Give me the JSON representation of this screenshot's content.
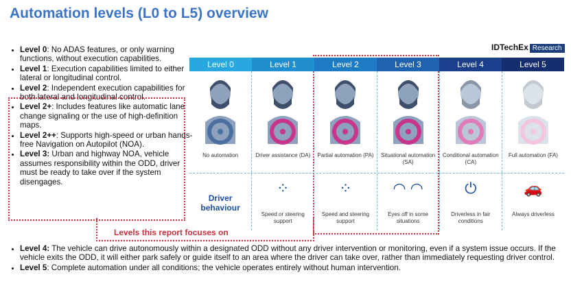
{
  "title": "Automation levels (L0 to L5) overview",
  "brand": {
    "name": "IDTechEx",
    "tag": "Research"
  },
  "bullets_top": [
    {
      "level": "Level 0",
      "text": ": No ADAS features, or only warning functions, without execution capabilities."
    },
    {
      "level": "Level 1",
      "text": ": Execution capabilities limited to either lateral or longitudinal control."
    },
    {
      "level": "Level 2",
      "text": ": Independent execution capabilities for both lateral and longitudinal control."
    },
    {
      "level": "Level 2+",
      "text": ": Includes features like automatic lane change signaling or the use of high-definition maps."
    },
    {
      "level": "Level 2++",
      "text": ": Supports high-speed or urban hands-free Navigation on Autopilot (NOA)."
    },
    {
      "level": "Level 3:",
      "text": " Urban and highway NOA, vehicle assumes responsibility within the ODD, driver must be ready to take over if the system disengages."
    }
  ],
  "bullets_bottom": [
    {
      "level": "Level 4:",
      "text": " The vehicle can drive autonomously within a designated ODD without any driver intervention or monitoring, even if a system issue occurs. If the vehicle exits the ODD, it will either park safely or guide itself to an area where the driver can take over, rather than immediately requesting driver control."
    },
    {
      "level": "Level 5",
      "text": ":  Complete automation under all conditions; the vehicle operates entirely without human intervention."
    }
  ],
  "focus_label": "Levels this report focuses on",
  "driver_behaviour": "Driver behaviour",
  "levels": [
    {
      "label": "Level 0",
      "color": "#29a8e0",
      "caption": "No automation",
      "behaviour": "",
      "steer": "#4a6fa0"
    },
    {
      "label": "Level 1",
      "color": "#1f8fd0",
      "caption": "Driver assistance (DA)",
      "behaviour": "Speed or steering support",
      "steer": "#c8358f"
    },
    {
      "label": "Level 2",
      "color": "#1d7cc4",
      "caption": "Partial automation (PA)",
      "behaviour": "Speed and steering support",
      "steer": "#c8358f"
    },
    {
      "label": "Level 3",
      "color": "#1f63b0",
      "caption": "Situational automation (SA)",
      "behaviour": "Eyes off in some situations",
      "steer": "#c8358f"
    },
    {
      "label": "Level 4",
      "color": "#1b3f8a",
      "caption": "Conditional automation (CA)",
      "behaviour": "Driverless in fair conditions",
      "steer": "#e07ab9"
    },
    {
      "label": "Level 5",
      "color": "#152f6e",
      "caption": "Full automation (FA)",
      "behaviour": "Always driverless",
      "steer": "#f2c6df"
    }
  ]
}
